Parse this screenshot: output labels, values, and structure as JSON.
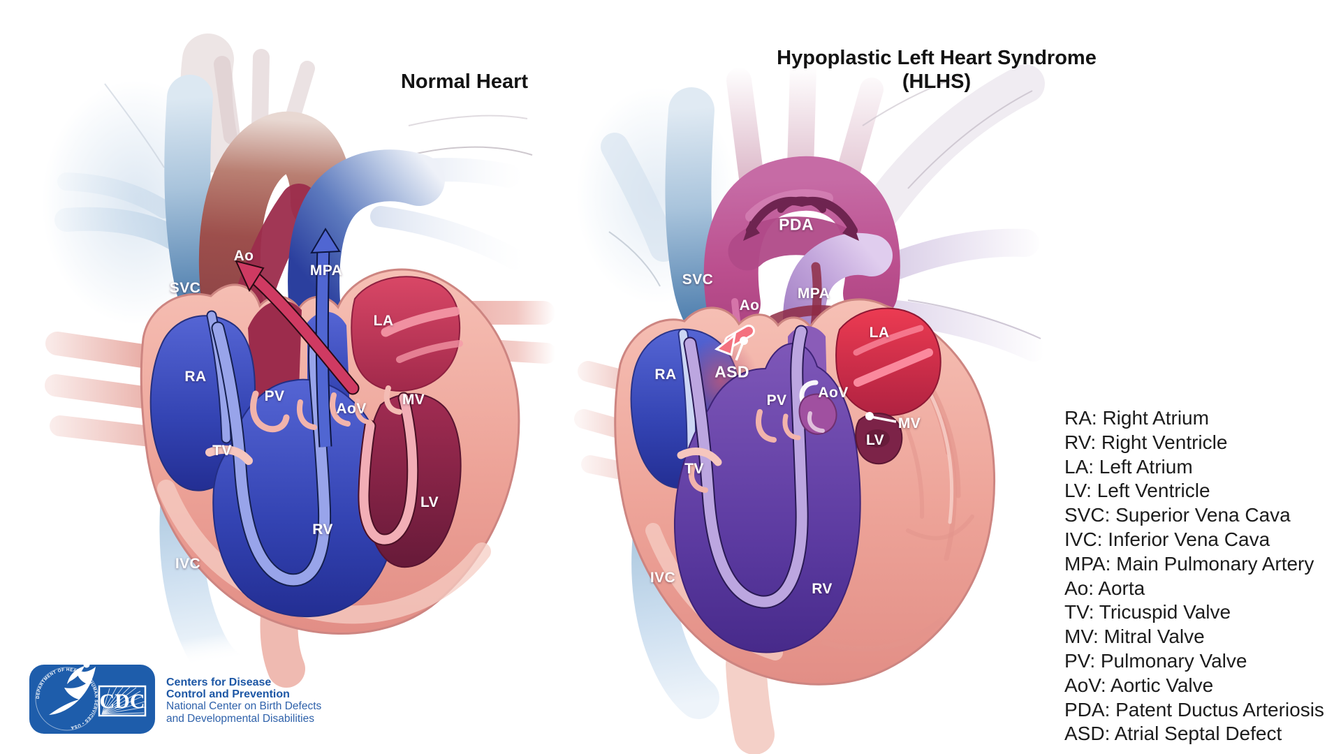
{
  "titles": {
    "normal": "Normal Heart",
    "hlhs_line1": "Hypoplastic Left Heart Syndrome",
    "hlhs_line2": "(HLHS)"
  },
  "normal_heart": {
    "labels": {
      "svc": "SVC",
      "ao": "Ao",
      "mpa": "MPA",
      "la": "LA",
      "ra": "RA",
      "pv": "PV",
      "aov": "AoV",
      "mv": "MV",
      "tv": "TV",
      "lv": "LV",
      "rv": "RV",
      "ivc": "IVC"
    }
  },
  "hlhs_heart": {
    "labels": {
      "pda": "PDA",
      "svc": "SVC",
      "mpa": "MPA",
      "ao": "Ao",
      "la": "LA",
      "asd": "ASD",
      "ra": "RA",
      "aov": "AoV",
      "pv": "PV",
      "mv": "MV",
      "lv": "LV",
      "tv": "TV",
      "ivc": "IVC",
      "rv": "RV"
    }
  },
  "legend": {
    "items": [
      "RA: Right Atrium",
      "RV: Right Ventricle",
      "LA: Left Atrium",
      "LV: Left Ventricle",
      "SVC: Superior Vena Cava",
      "IVC: Inferior Vena Cava",
      "MPA: Main Pulmonary Artery",
      "Ao: Aorta",
      "TV: Tricuspid Valve",
      "MV: Mitral Valve",
      "PV: Pulmonary Valve",
      "AoV: Aortic Valve",
      "PDA: Patent Ductus Arteriosis",
      "ASD: Atrial Septal Defect"
    ]
  },
  "cdc": {
    "acronym": "CDC",
    "seal_text": "DEPARTMENT OF HEALTH & HUMAN SERVICES • USA",
    "org_line1": "Centers for Disease",
    "org_line2": "Control and Prevention",
    "center_line1": "National Center on Birth Defects",
    "center_line2": "and Developmental Disabilities"
  },
  "colors": {
    "oxygenated_red": "#c13a58",
    "deoxygenated_blue": "#3748b8",
    "mixed_purple": "#6a3fa0",
    "hypoplastic_magenta": "#bb4f8e",
    "vessel_pale_blue": "#a9c4dc",
    "muscle_salmon": "#eda398",
    "cdc_blue": "#1e5dab",
    "text_dark": "#1c1c1c"
  }
}
